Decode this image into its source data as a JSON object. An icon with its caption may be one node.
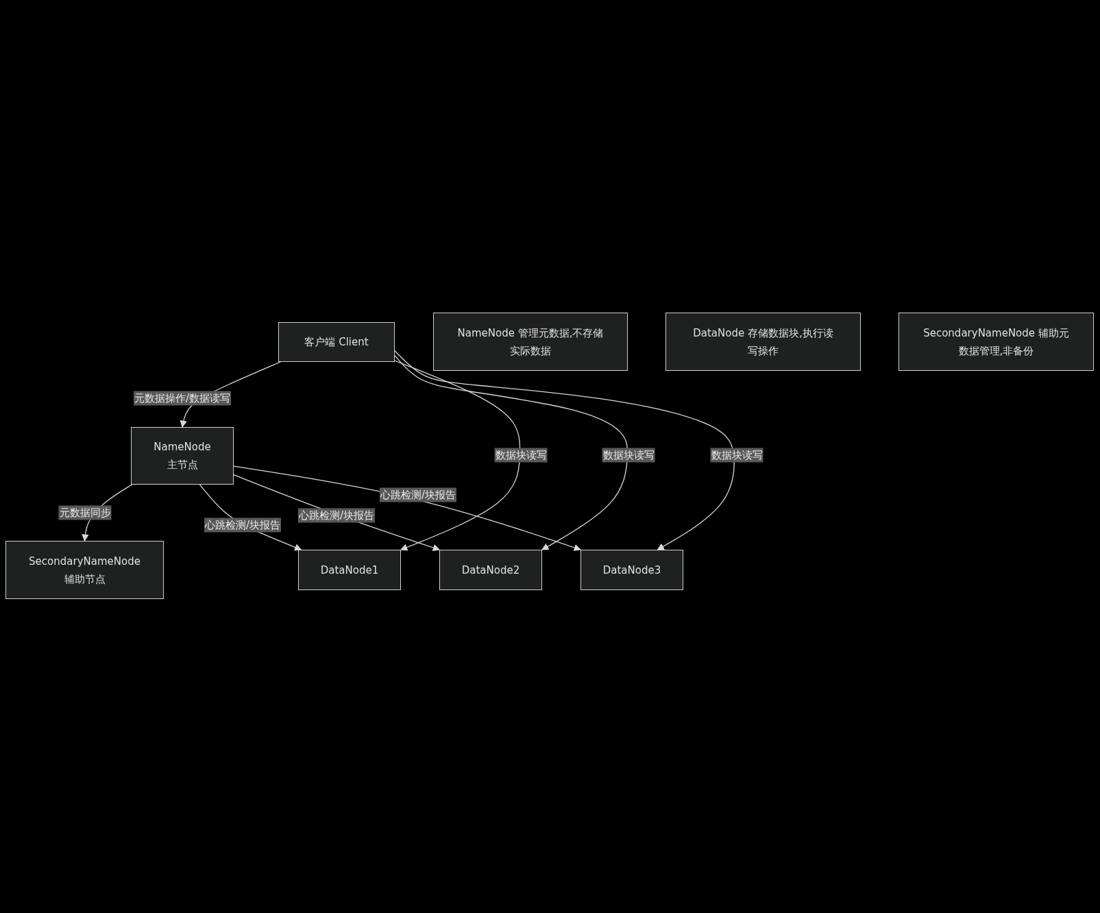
{
  "diagram": {
    "nodes": [
      {
        "text": [
          "客户端 Client"
        ]
      },
      {
        "text": [
          "NameNode 主节点"
        ]
      },
      {
        "text": [
          "SecondaryNameNode 辅助节点"
        ]
      },
      {
        "text": [
          "DataNode1"
        ]
      },
      {
        "text": [
          "DataNode2"
        ]
      },
      {
        "text": [
          "DataNode3"
        ]
      },
      {
        "text": [
          "NameNode 管理元数据,不存储实际数据"
        ]
      },
      {
        "text": [
          "DataNode 存储数据块,执行读写操作"
        ]
      },
      {
        "text": [
          "SecondaryNameNode 辅助元数据管理,非备份"
        ]
      }
    ],
    "edges": [
      {
        "from": 0,
        "to": 1,
        "arrow": "to",
        "label": "元数据操作/数据读写"
      },
      {
        "from": 1,
        "to": 2,
        "arrow": "to",
        "label": "元数据同步"
      },
      {
        "from": 1,
        "to": 3,
        "arrow": "to",
        "label": "心跳检测/块报告"
      },
      {
        "from": 1,
        "to": 4,
        "arrow": "to",
        "label": "心跳检测/块报告"
      },
      {
        "from": 1,
        "to": 5,
        "arrow": "to",
        "label": "心跳检测/块报告"
      },
      {
        "from": 0,
        "to": 3,
        "arrow": "to",
        "label": "数据块读写"
      },
      {
        "from": 0,
        "to": 4,
        "arrow": "to",
        "label": "数据块读写"
      },
      {
        "from": 0,
        "to": 5,
        "arrow": "to",
        "label": "数据块读写"
      }
    ]
  }
}
